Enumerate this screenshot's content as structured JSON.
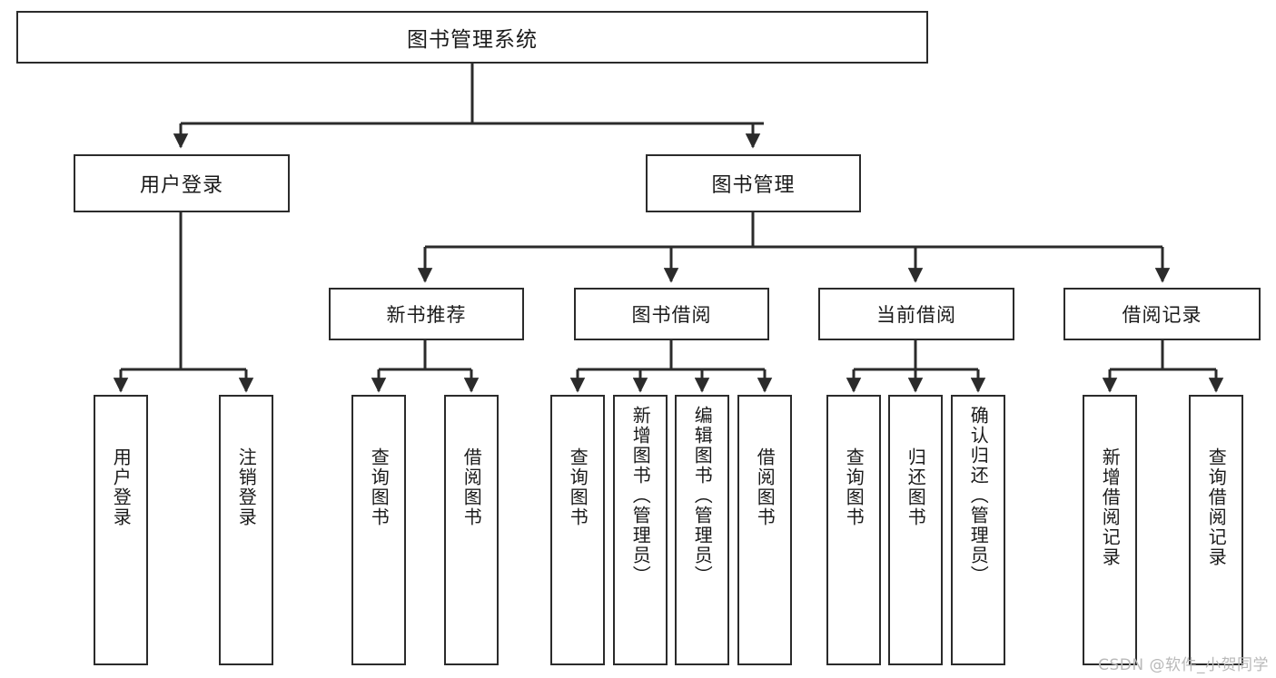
{
  "diagram": {
    "type": "tree-hierarchy",
    "title": "图书管理系统",
    "stroke_color": "#2b2b2b",
    "fill_color": "#ffffff",
    "text_color": "#1a1a1a",
    "watermark": "CSDN @软件_小贺同学"
  },
  "nodes": {
    "root": {
      "label": "图书管理系统"
    },
    "level2": [
      {
        "id": "user-login",
        "label": "用户登录"
      },
      {
        "id": "book-manage",
        "label": "图书管理"
      }
    ],
    "level3": [
      {
        "id": "new-book-rec",
        "label": "新书推荐"
      },
      {
        "id": "book-borrow",
        "label": "图书借阅"
      },
      {
        "id": "current-borrow",
        "label": "当前借阅"
      },
      {
        "id": "borrow-record",
        "label": "借阅记录"
      }
    ],
    "leaves": {
      "user_login": [
        {
          "id": "leaf-user-login",
          "label": "用户登录"
        },
        {
          "id": "leaf-logout-login",
          "label": "注销登录"
        }
      ],
      "new_book_rec": [
        {
          "id": "leaf-query-book-1",
          "label": "查询图书"
        },
        {
          "id": "leaf-borrow-book-1",
          "label": "借阅图书"
        }
      ],
      "book_borrow": [
        {
          "id": "leaf-query-book-2",
          "label": "查询图书"
        },
        {
          "id": "leaf-add-book-admin",
          "label": "新增图书（管理员）"
        },
        {
          "id": "leaf-edit-book-admin",
          "label": "编辑图书（管理员）"
        },
        {
          "id": "leaf-borrow-book-2",
          "label": "借阅图书"
        }
      ],
      "current_borrow": [
        {
          "id": "leaf-query-book-3",
          "label": "查询图书"
        },
        {
          "id": "leaf-return-book",
          "label": "归还图书"
        },
        {
          "id": "leaf-confirm-return-admin",
          "label": "确认归还（管理员）"
        }
      ],
      "borrow_record": [
        {
          "id": "leaf-add-borrow-record",
          "label": "新增借阅记录"
        },
        {
          "id": "leaf-query-borrow-record",
          "label": "查询借阅记录"
        }
      ]
    }
  }
}
